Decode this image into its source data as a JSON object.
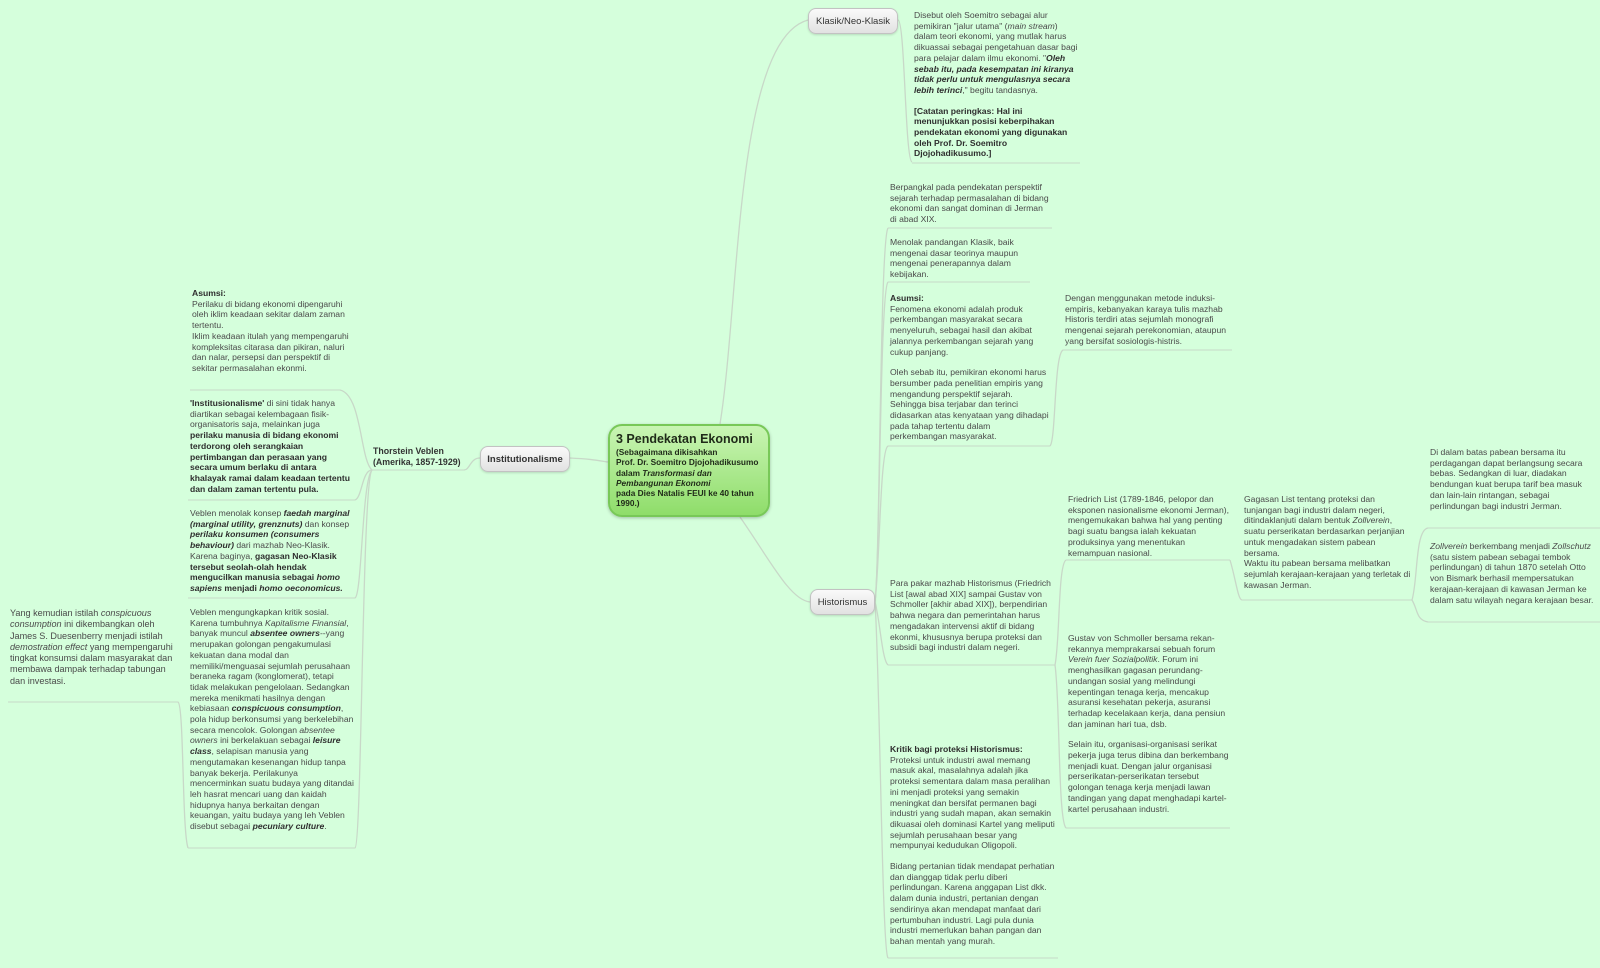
{
  "center": {
    "title": "3 Pendekatan Ekonomi",
    "line1": "(Sebagaimana dikisahkan",
    "line2": "Prof. Dr. Soemitro Djojohadikusumo",
    "line3_pre": "dalam ",
    "line3_it": "Transformasi dan",
    "line4_it": "Pembangunan Ekonomi",
    "line5": "pada Dies Natalis FEUI ke 40 tahun",
    "line6": "1990.)"
  },
  "branches": {
    "klasik": "Klasik/Neo-Klasik",
    "historismus": "Historismus",
    "institutionalisme": "Institutionalisme"
  },
  "veblen_label": {
    "line1": "Thorstein Veblen",
    "line2": "(Amerika, 1857-1929)"
  },
  "klasik_note": {
    "s1": "Disebut oleh Soemitro sebagai alur pemikiran \"jalur utama\" (",
    "s2": "main stream",
    "s3": ") dalam teori ekonomi, yang mutlak harus dikuassai sebagai pengetahuan dasar bagi para pelajar dalam ilmu ekonomi. \"",
    "s4": "Oleh sebab itu, pada kesempatan ini kiranya tidak perlu untuk mengulasnya secara lebih terinci",
    "s5": ",\" begitu tandasnya.",
    "catatan": "[Catatan peringkas: Hal ini menunjukkan posisi keberpihakan pendekatan ekonomi yang digunakan oleh Prof. Dr. Soemitro Djojohadikusumo.]"
  },
  "hist_notes": {
    "n1": "Berpangkal pada pendekatan perspektif sejarah terhadap permasalahan di bidang ekonomi dan sangat dominan di Jerman di abad XIX.",
    "n2": "Menolak pandangan Klasik, baik mengenai dasar teorinya maupun mengenai penerapannya dalam kebijakan.",
    "asumsi_label": "Asumsi:",
    "asumsi_p1": "Fenomena ekonomi adalah produk perkembangan masyarakat secara menyeluruh, sebagai hasil dan akibat jalannya perkembangan sejarah yang cukup panjang.",
    "asumsi_p2": "Oleh sebab itu, pemikiran ekonomi harus bersumber pada penelitian empiris yang mengandung perspektif sejarah. Sehingga bisa terjabar dan terinci didasarkan atas kenyataan yang dihadapi pada tahap tertentu dalam perkembangan masyarakat.",
    "induksi": "Dengan menggunakan metode induksi-empiris, kebanyakan karaya tulis mazhab Historis terdiri atas sejumlah monografi mengenai sejarah perekonomian, ataupun yang bersifat sosiologis-histris.",
    "pakar": "Para pakar mazhab Historismus (Friedrich List [awal abad XIX] sampai Gustav von Schmoller [akhir abad XIX]), berpendirian bahwa negara dan pemerintahan harus mengadakan intervensi aktif di bidang ekonmi, khususnya berupa proteksi dan subsidi bagi industri dalam negeri.",
    "list": "Friedrich List (1789-1846, pelopor dan eksponen nasionalisme ekonomi Jerman), mengemukakan bahwa hal yang penting bagi suatu bangsa ialah kekuatan produksinya yang menentukan kemampuan nasional.",
    "gagasan_pre": "Gagasan List tentang proteksi dan tunjangan bagi industri dalam negeri, ditindaklanjuti dalam bentuk ",
    "gagasan_it": "Zollverein",
    "gagasan_post": ", suatu perserikatan berdasarkan perjanjian untuk mengadakan sistem pabean bersama.",
    "gagasan_p2": "Waktu itu pabean bersama melibatkan sejumlah kerajaan-kerajaan yang terletak di kawasan Jerman.",
    "batas": "Di dalam batas pabean bersama itu perdagangan dapat berlangsung secara bebas. Sedangkan di luar, diadakan bendungan kuat berupa tarif bea masuk dan lain-lain rintangan, sebagai perlindungan bagi industri Jerman.",
    "zoll_it1": "Zollverein",
    "zoll_s1": " berkembang menjadi ",
    "zoll_it2": "Zollschutz",
    "zoll_s2": " (satu sistem pabean sebagai tembok perlindungan) di tahun 1870 setelah Otto von Bismark berhasil mempersatukan kerajaan-kerajaan di kawasan Jerman ke dalam satu wilayah negara kerajaan besar.",
    "schmoller_pre": "Gustav von Schmoller bersama rekan-rekannya memprakarsai sebuah forum ",
    "schmoller_it": "Verein fuer Sozialpolitik",
    "schmoller_post": ". Forum ini menghasilkan gagasan perundang-undangan sosial yang melindungi kepentingan tenaga kerja, mencakup asuransi kesehatan pekerja, asuransi terhadap kecelakaan kerja, dana pensiun dan jaminan hari tua, dsb.",
    "schmoller_p2": "Selain itu, organisasi-organisasi serikat pekerja juga terus dibina dan berkembang menjadi kuat. Dengan jalur organisasi perserikatan-perserikatan tersebut golongan tenaga kerja menjadi lawan tandingan yang dapat menghadapi kartel-kartel perusahaan industri.",
    "kritik_label": "Kritik bagi proteksi Historismus:",
    "kritik_p1": "Proteksi untuk industri awal memang masuk akal, masalahnya adalah jika proteksi sementara dalam masa peralihan ini menjadi proteksi yang semakin meningkat dan bersifat permanen bagi industri yang sudah mapan, akan semakin dikuasai oleh dominasi Kartel yang meliputi sejumlah perusahaan besar yang mempunyai kedudukan Oligopoli.",
    "kritik_p2": "Bidang pertanian tidak mendapat perhatian dan dianggap tidak perlu diberi perlindungan. Karena anggapan List dkk. dalam dunia industri, pertanian dengan sendirinya akan mendapat manfaat dari pertumbuhan industri. Lagi pula dunia industri memerlukan bahan pangan dan bahan mentah yang murah."
  },
  "inst_notes": {
    "asumsi_label": "Asumsi:",
    "asumsi_text": "Perilaku di bidang ekonomi dipengaruhi oleh iklim keadaan sekitar dalam zaman tertentu.",
    "asumsi_text2": "Iklim keadaan itulah yang mempengaruhi kompleksitas citarasa dan pikiran, naluri dan nalar, persepsi dan perspektif di sekitar permasalahan ekonmi.",
    "inst_b1": "'Institusionalisme'",
    "inst_s1": " di sini tidak hanya diartikan sebagai kelembagaan fisik-organisatoris saja, melainkan juga ",
    "inst_b2": "perilaku manusia di bidang ekonomi terdorong oleh serangkaian pertimbangan dan perasaan yang secara umum berlaku di antara khalayak ramai dalam keadaan tertentu dan dalam zaman tertentu pula.",
    "tolak_s1": "Veblen menolak konsep ",
    "tolak_bi1": "faedah marginal (marginal utility, grenznuts)",
    "tolak_s2": " dan konsep ",
    "tolak_bi2": "perilaku konsumen (consumers behaviour)",
    "tolak_s3": " dari mazhab Neo-Klasik. Karena baginya, ",
    "tolak_b3": "gagasan Neo-Klasik tersebut seolah-olah hendak mengucilkan manusia sebagai ",
    "tolak_bi3": "homo sapiens",
    "tolak_b4": " menjadi ",
    "tolak_bi4": "homo oeconomicus.",
    "kritik_s1": "Veblen mengungkapkan kritik sosial. Karena tumbuhnya ",
    "kritik_i1": "Kapitalisme Finansial",
    "kritik_s2": ", banyak muncul ",
    "kritik_bi1": "absentee owners",
    "kritik_s3": "--yang merupakan golongan pengakumulasi kekuatan dana modal dan memiliki/menguasai sejumlah perusahaan beraneka ragam (konglomerat), tetapi tidak melakukan pengelolaan. Sedangkan mereka menikmati hasilnya dengan kebiasaan ",
    "kritik_bi2": "conspicuous consumption",
    "kritik_s4": ", pola hidup berkonsumsi yang berkelebihan secara mencolok. Golongan ",
    "kritik_i2": "absentee owners",
    "kritik_s5": " ini berkelakuan sebagai ",
    "kritik_bi3": "leisure class",
    "kritik_s6": ", selapisan manusia yang mengutamakan kesenangan hidup tanpa banyak bekerja. Perilakunya mencerminkan suatu budaya yang ditandai leh hasrat mencari uang dan kaidah hidupnya hanya berkaitan dengan keuangan, yaitu budaya yang leh Veblen disebut sebagai ",
    "kritik_bi4": "pecuniary culture",
    "kritik_s7": ".",
    "dues_s1": "Yang kemudian istilah ",
    "dues_i1": "conspicuous consumption",
    "dues_s2": " ini dikembangkan oleh James S. Duesenberry menjadi istilah ",
    "dues_i2": "demostration effect",
    "dues_s3": " yang mempengaruhi tingkat konsumsi dalam masyarakat dan membawa dampak terhadap tabungan dan investasi."
  }
}
